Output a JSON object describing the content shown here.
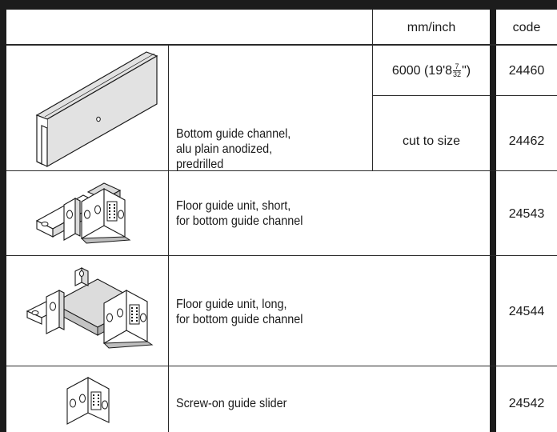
{
  "header": {
    "unit_label": "mm/inch",
    "code_label": "code"
  },
  "rows": [
    {
      "description": [
        "Bottom guide channel,",
        "alu plain anodized,",
        "predrilled"
      ],
      "options": [
        {
          "size_main": "6000 (19'8",
          "size_num": "7",
          "size_den": "32",
          "size_end": "\")",
          "code": "24460"
        },
        {
          "size": "cut to size",
          "code": "24462"
        }
      ],
      "icon": "bottom-guide-channel"
    },
    {
      "description": [
        "Floor guide unit, short,",
        "for bottom guide channel"
      ],
      "code": "24543",
      "icon": "floor-guide-unit-short"
    },
    {
      "description": [
        "Floor guide unit, long,",
        "for bottom guide channel"
      ],
      "code": "24544",
      "icon": "floor-guide-unit-long"
    },
    {
      "description": [
        "Screw-on guide slider"
      ],
      "code": "24542",
      "icon": "screw-on-guide-slider"
    }
  ],
  "colors": {
    "rule": "#1c1c1c",
    "channel_fill": "#e2e2e2",
    "floor_fill": "#d9d9d9"
  }
}
